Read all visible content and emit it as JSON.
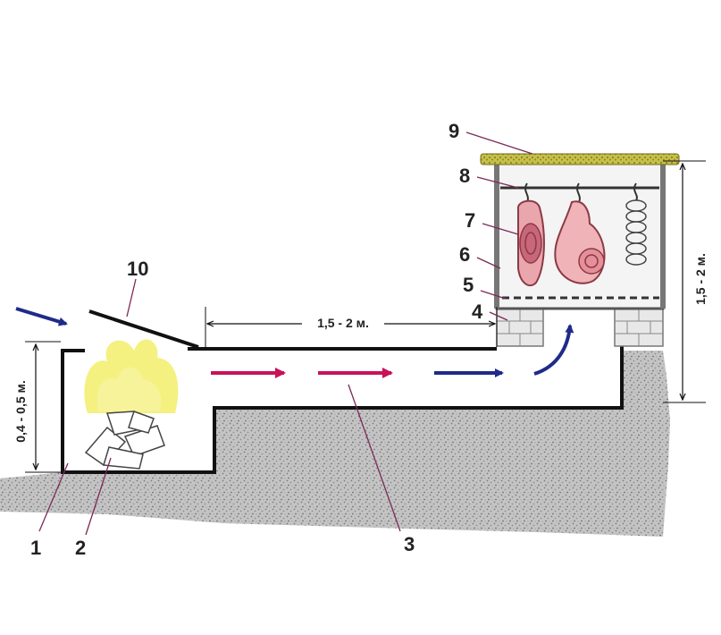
{
  "labels": {
    "l1": "1",
    "l2": "2",
    "l3": "3",
    "l4": "4",
    "l5": "5",
    "l6": "6",
    "l7": "7",
    "l8": "8",
    "l9": "9",
    "l10": "10"
  },
  "dimensions": {
    "flue_length": "1,5 - 2 м.",
    "chamber_height": "1,5 - 2 м.",
    "firebox_height": "0,4 - 0,5 м."
  },
  "colors": {
    "structure": "#111111",
    "airflow": "#1f2a8a",
    "smoke": "#c8125a",
    "flame": "#f2ee6a",
    "soil": "#b9b9b9",
    "chamber_fill": "#f4f4f4",
    "meat": "#e9a6ad",
    "roof": "#b3ad2a"
  }
}
